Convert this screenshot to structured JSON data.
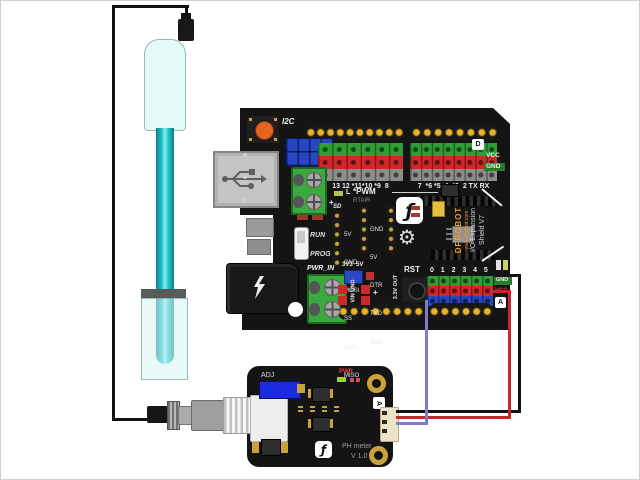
{
  "colors": {
    "wire_signal": "#7d7dc8",
    "wire_vcc": "#c42828",
    "wire_gnd": "#111111",
    "board_black": "#141414",
    "pin_green": "#2f9e35",
    "pin_red": "#d2262a",
    "pin_gray": "#8a8f8a",
    "pin_blue": "#2746c2",
    "header_gold": "#e9b42c",
    "reset_orange": "#e3641c",
    "probe_teal": "#28c2cc",
    "brand_orange": "#ef9c20"
  },
  "shield": {
    "i2c_label": "I2C",
    "digital_labels_left": "13 12 *11*10 *9  8",
    "digital_labels_right": "7  *6 *5  4  *3  2 TX RX",
    "d_box": "D",
    "vcc_label": "VCC",
    "gnd_label": "GND",
    "led_label": "L",
    "pwm_label": "*PWM",
    "header_label": "RTAIR",
    "sd_label": "SD",
    "sd_pins": [
      "5V",
      "GND",
      "MOSI",
      "SS",
      "SCK",
      "MISO"
    ],
    "serial_pins": [
      "GND",
      "5V",
      "DTR",
      "TXD",
      "RXD"
    ],
    "run_label": "RUN",
    "prog_label": "PROG",
    "pwr_in_label": "PWR_IN",
    "jumper_labels": "3V3  5V",
    "pwr_pin_labels": "VIN GND",
    "plus_label": "+",
    "out_33_label": "3.3V OUT",
    "rst_label": "RST",
    "analog_numbers": "0  1  2  3  4  5",
    "analog_gnd": "GND",
    "analog_vcc": "VCC",
    "analog_a": "A",
    "brand": "DFROBOT",
    "brand_url": "www.dfrobot.com",
    "brand_product": "I/O Expansion",
    "brand_version": "Shield V7",
    "logo_glyph": "ƒ",
    "gear_glyph": "⚙"
  },
  "ph_meter": {
    "adj_label": "ADJ",
    "pwr_label": "PWR",
    "name": "PH meter",
    "version": "V 1.0",
    "port_label": "A",
    "logo_glyph": "ƒ"
  }
}
